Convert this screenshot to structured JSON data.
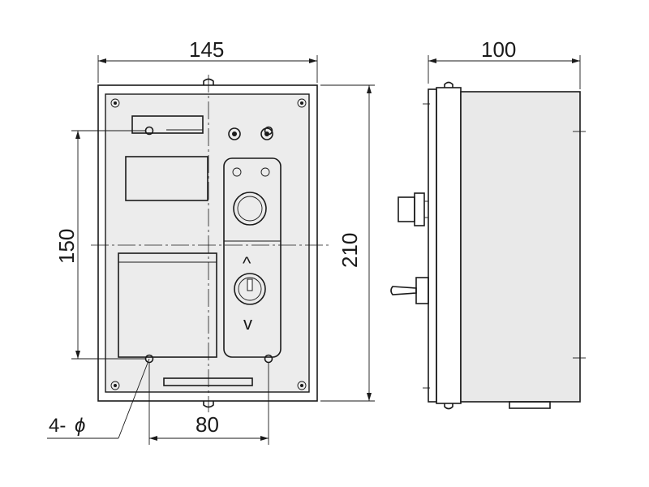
{
  "dimensions": {
    "overall_width": "145",
    "overall_height": "210",
    "mounting_height": "150",
    "mounting_width": "80",
    "depth": "100"
  },
  "note": {
    "prefix": "4-",
    "symbol": "ϕ"
  },
  "symbols": {
    "arrow_up": "^",
    "arrow_down": "v"
  }
}
